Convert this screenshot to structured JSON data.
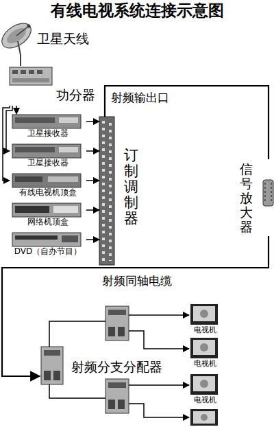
{
  "diagram": {
    "title": "有线电视系统连接示意图",
    "nodes": [
      {
        "text": [
          "卫星天线"
        ]
      },
      {
        "text": [
          "功分器"
        ]
      },
      {
        "text": [
          "卫星接收器"
        ]
      },
      {
        "text": [
          "卫星接收器"
        ]
      },
      {
        "text": [
          "有线电视机顶盒"
        ]
      },
      {
        "text": [
          "网络机顶盒"
        ]
      },
      {
        "text": [
          "DVD（自办节目）"
        ]
      },
      {
        "text": [
          "订制调制器"
        ]
      },
      {
        "text": [
          "信号放大器"
        ]
      },
      {
        "text": [
          "射频分支分配器"
        ]
      },
      {
        "text": [
          "电视机"
        ]
      },
      {
        "text": [
          "电视机"
        ]
      },
      {
        "text": [
          "电视机"
        ]
      }
    ],
    "edges": [
      {
        "from": 0,
        "to": 1,
        "arrow": "none"
      },
      {
        "from": 1,
        "to": 2,
        "arrow": "to"
      },
      {
        "from": 1,
        "to": 3,
        "arrow": "to"
      },
      {
        "from": 1,
        "to": 4,
        "arrow": "to"
      },
      {
        "from": 2,
        "to": 7,
        "arrow": "to"
      },
      {
        "from": 3,
        "to": 7,
        "arrow": "to"
      },
      {
        "from": 4,
        "to": 7,
        "arrow": "to"
      },
      {
        "from": 5,
        "to": 7,
        "arrow": "to"
      },
      {
        "from": 6,
        "to": 7,
        "arrow": "to"
      },
      {
        "from": 7,
        "to": 8,
        "label": "射频输出口",
        "arrow": "none"
      },
      {
        "from": 8,
        "to": 9,
        "label": "射频同轴电缆",
        "arrow": "to"
      },
      {
        "from": 9,
        "to": 10,
        "arrow": "to"
      },
      {
        "from": 9,
        "to": 11,
        "arrow": "to"
      },
      {
        "from": 9,
        "to": 12,
        "arrow": "to"
      }
    ]
  }
}
